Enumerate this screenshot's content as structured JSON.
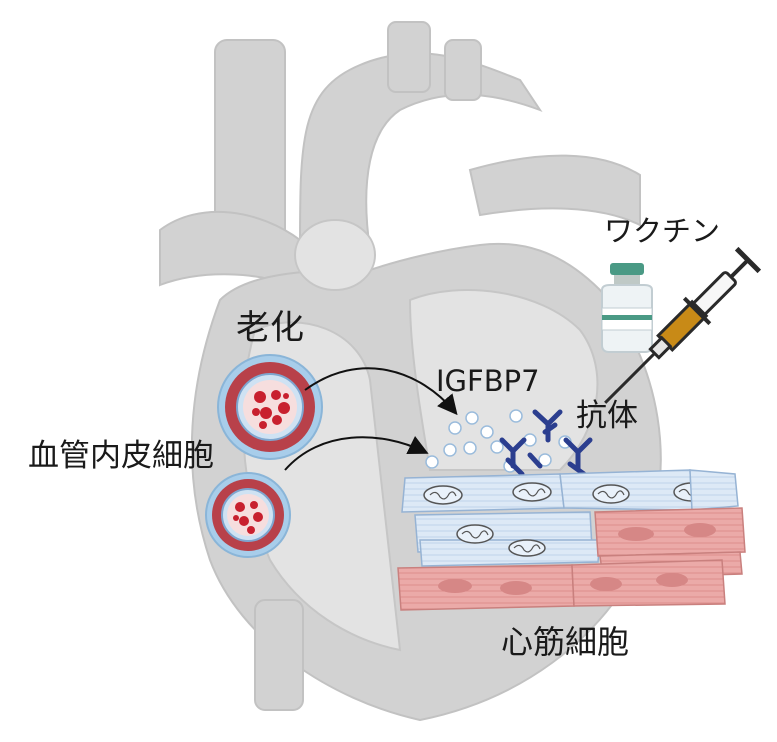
{
  "labels": {
    "aging": "老化",
    "endothelial_cells": "血管内皮細胞",
    "igfbp7": "IGFBP7",
    "antibody": "抗体",
    "vaccine": "ワクチン",
    "cardiomyocytes": "心筋細胞"
  },
  "colors": {
    "heart": "#cfcfcf",
    "heart_dark": "#bdbdbd",
    "vessel_wall": "#b8414a",
    "vessel_outer": "#a8cdea",
    "rbc": "#c8202e",
    "endo_cell": "#dbe9f7",
    "cardio_cell": "#eba8a6",
    "antibody": "#2b3e8f",
    "syringe_fill": "#c88a17"
  }
}
